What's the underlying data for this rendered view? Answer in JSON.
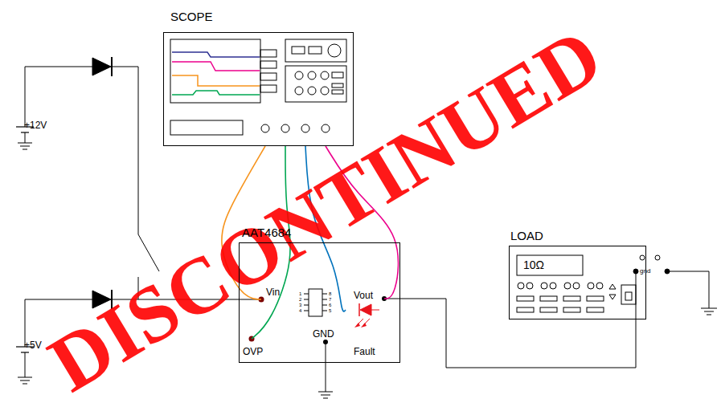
{
  "diagram": {
    "nodes": [
      {
        "text": [
          "SCOPE"
        ]
      },
      {
        "text": [
          "AAT4684"
        ]
      },
      {
        "text": [
          "LOAD",
          "10Ω"
        ]
      }
    ],
    "edges": [
      {
        "from": 0,
        "to": 1,
        "arrow": "none"
      },
      {
        "from": 0,
        "to": 1,
        "arrow": "none"
      },
      {
        "from": 0,
        "to": 1,
        "arrow": "none"
      },
      {
        "from": 0,
        "to": 1,
        "arrow": "none"
      },
      {
        "from": 1,
        "to": 2,
        "arrow": "none"
      }
    ],
    "labels": [
      "+12V",
      "+5V",
      "Vin",
      "OVP",
      "GND",
      "Vout",
      "Fault",
      "1",
      "2",
      "3",
      "4",
      "8",
      "7",
      "6",
      "5",
      "gnd",
      "DISCONTINUED"
    ]
  }
}
